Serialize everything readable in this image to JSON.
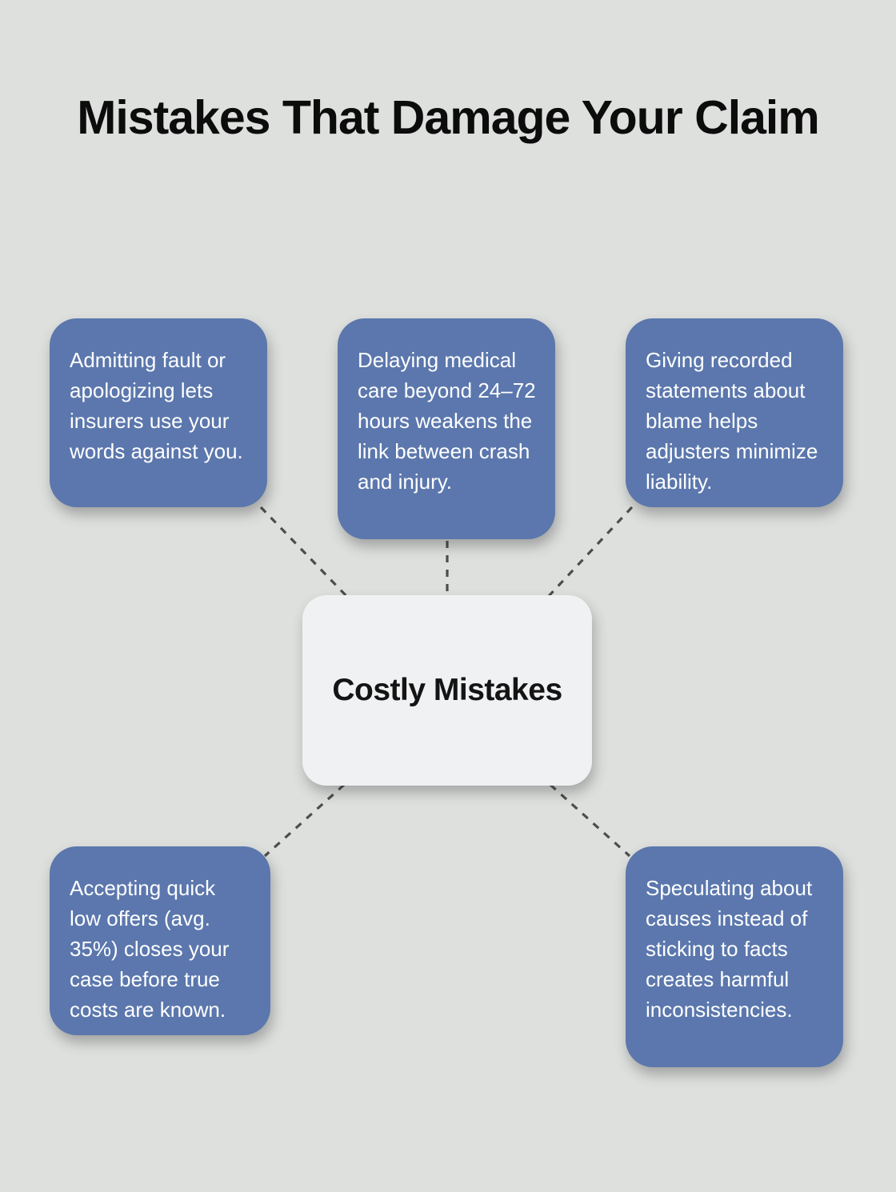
{
  "title": "Mistakes That Damage Your Claim",
  "center": {
    "label": "Costly Mistakes",
    "bg": "#f0f1f2",
    "text_color": "#141414"
  },
  "nodes": [
    {
      "id": "top-left",
      "text": "Admitting fault or apologizing lets insurers use your words against you."
    },
    {
      "id": "top-middle",
      "text": "Delaying medical care beyond 24–72 hours weakens the link between crash and injury."
    },
    {
      "id": "top-right",
      "text": "Giving recorded statements about blame helps adjusters minimize liability."
    },
    {
      "id": "bottom-left",
      "text": "Accepting quick low offers (avg. 35%) closes your case before true costs are known."
    },
    {
      "id": "bottom-right",
      "text": "Speculating about causes instead of sticking to facts creates harmful inconsistencies."
    }
  ],
  "colors": {
    "background": "#dee0de",
    "node_bg": "#5b77ad",
    "node_text": "#ffffff",
    "connector": "#4d4d4d",
    "title_text": "#0c0c0c"
  }
}
